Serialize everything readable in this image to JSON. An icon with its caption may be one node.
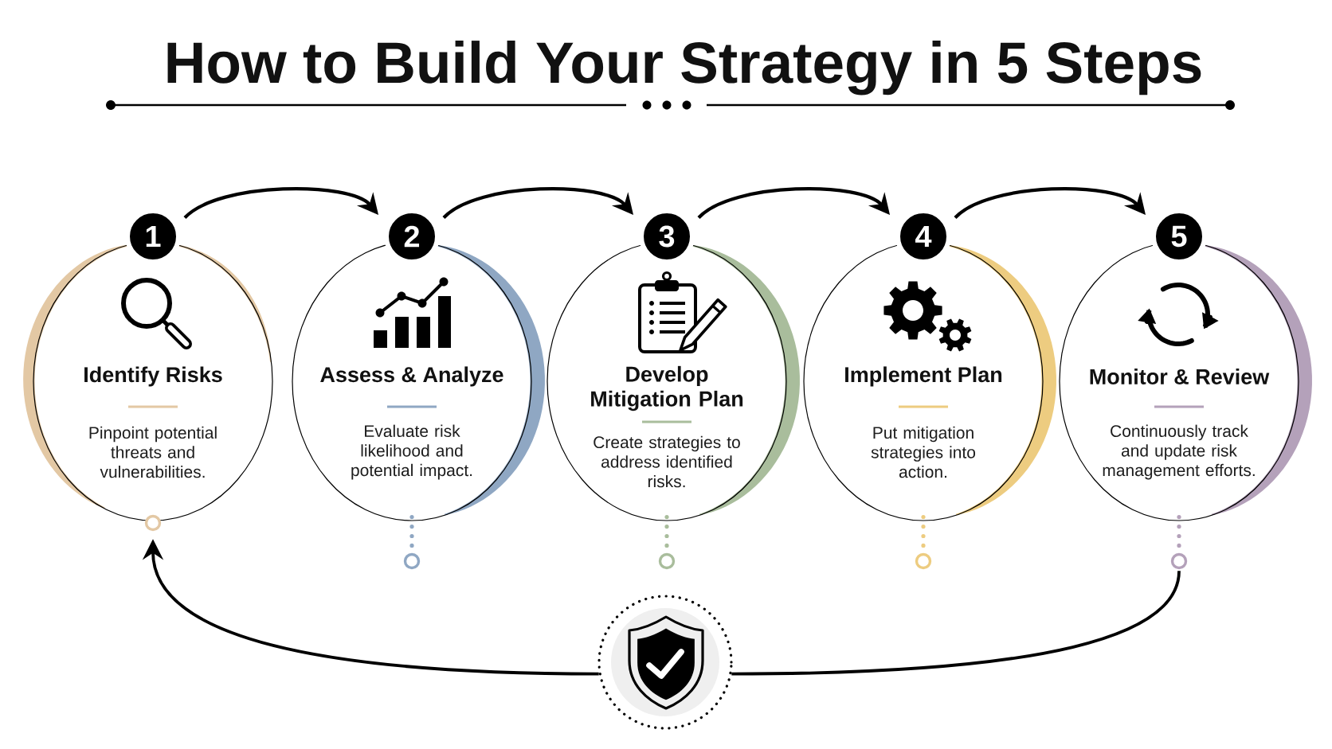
{
  "diagram": {
    "title": "How to Build Your Strategy in 5 Steps",
    "nodes": [
      {
        "text": [
          "1"
        ]
      },
      {
        "text": [
          "Identify Risks",
          "Pinpoint potential threats and vulnerabilities."
        ]
      },
      {
        "text": [],
        "shape": "circle"
      },
      {
        "text": [
          "2"
        ]
      },
      {
        "text": [
          "Assess & Analyze",
          "Evaluate risk likelihood and potential impact."
        ]
      },
      {
        "text": [],
        "shape": "circle"
      },
      {
        "text": [
          "3"
        ]
      },
      {
        "text": [
          "Develop Mitigation Plan",
          "Create strategies to address identified risks."
        ]
      },
      {
        "text": [],
        "shape": "circle"
      },
      {
        "text": [
          "4"
        ]
      },
      {
        "text": [
          "Implement Plan",
          "Put mitigation strategies into action."
        ]
      },
      {
        "text": [],
        "shape": "circle"
      },
      {
        "text": [
          "5"
        ]
      },
      {
        "text": [
          "Monitor & Review",
          "Continuously track and update risk management efforts."
        ]
      },
      {
        "text": [],
        "shape": "circle"
      },
      {
        "text": [],
        "shape": "circle"
      }
    ],
    "edges": [
      {
        "from": 0,
        "to": 3,
        "arrow": "to"
      },
      {
        "from": 3,
        "to": 6,
        "arrow": "to"
      },
      {
        "from": 6,
        "to": 9,
        "arrow": "to"
      },
      {
        "from": 9,
        "to": 12,
        "arrow": "to"
      },
      {
        "from": 4,
        "to": 5,
        "arrow": "none",
        "style": "dashed",
        "color": "#8fa7c3"
      },
      {
        "from": 7,
        "to": 8,
        "arrow": "none",
        "style": "dashed",
        "color": "#a9bd9c"
      },
      {
        "from": 10,
        "to": 11,
        "arrow": "none",
        "style": "dashed",
        "color": "#edcc80"
      },
      {
        "from": 13,
        "to": 14,
        "arrow": "none",
        "style": "dashed",
        "color": "#b4a1ba"
      },
      {
        "from": 14,
        "to": 15,
        "arrow": "none"
      },
      {
        "from": 15,
        "to": 2,
        "arrow": "to"
      }
    ]
  }
}
